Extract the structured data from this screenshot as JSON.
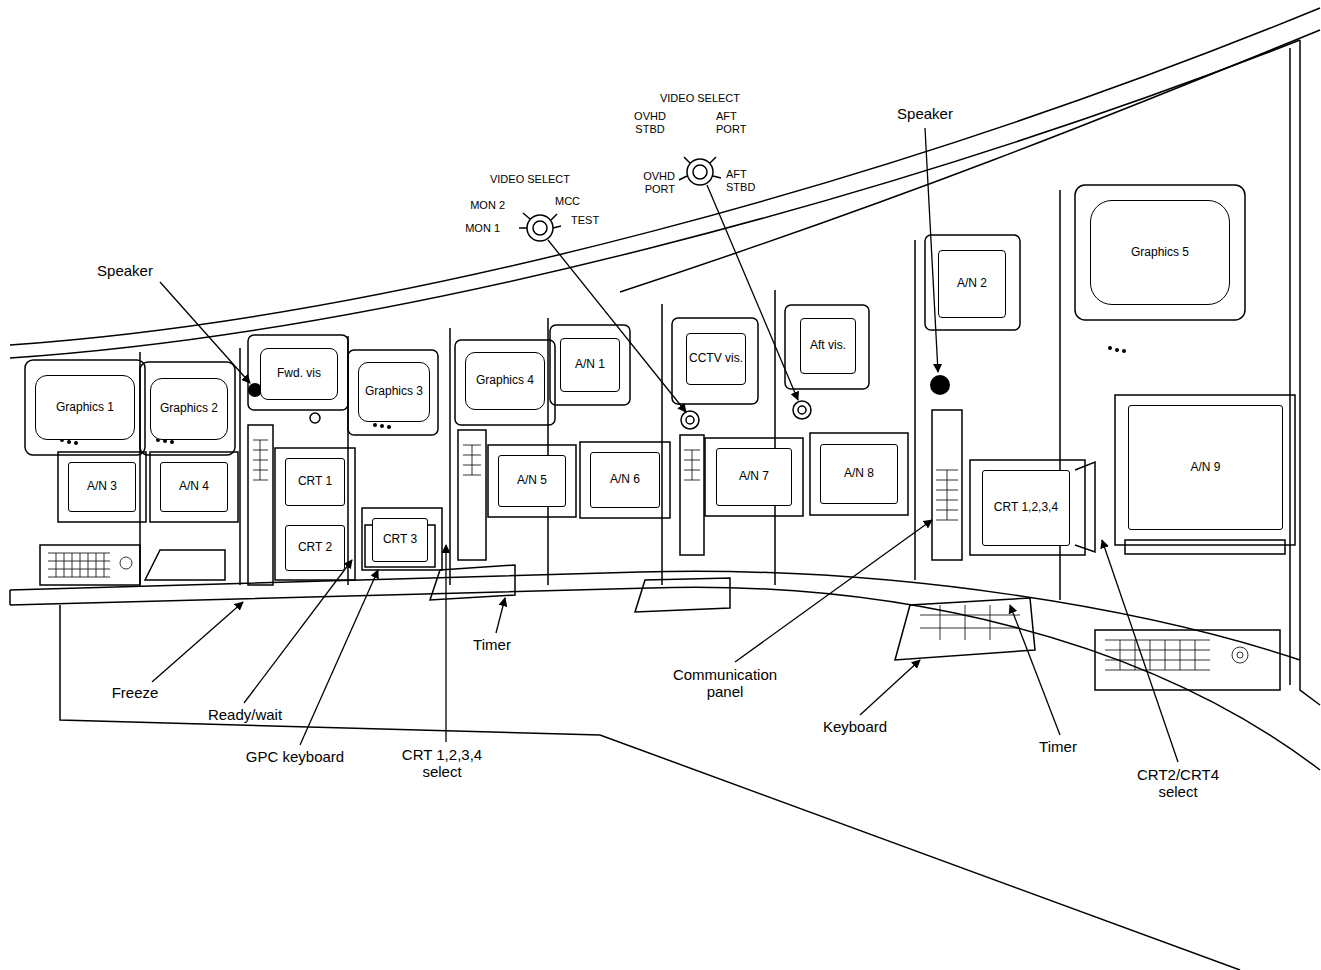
{
  "diagram": {
    "nodes": [
      {
        "text": [
          "Graphics 1"
        ]
      },
      {
        "text": [
          "Graphics 2"
        ]
      },
      {
        "text": [
          "Fwd. vis"
        ]
      },
      {
        "text": [
          "Graphics 3"
        ]
      },
      {
        "text": [
          "Graphics 4"
        ]
      },
      {
        "text": [
          "A/N 1"
        ]
      },
      {
        "text": [
          "CCTV vis."
        ]
      },
      {
        "text": [
          "Aft vis."
        ]
      },
      {
        "text": [
          "A/N 2"
        ]
      },
      {
        "text": [
          "Graphics 5"
        ]
      },
      {
        "text": [
          "A/N 3"
        ]
      },
      {
        "text": [
          "A/N 4"
        ]
      },
      {
        "text": [
          "CRT 1"
        ]
      },
      {
        "text": [
          "CRT 2"
        ]
      },
      {
        "text": [
          "CRT 3"
        ]
      },
      {
        "text": [
          "A/N 5"
        ]
      },
      {
        "text": [
          "A/N 6"
        ]
      },
      {
        "text": [
          "A/N 7"
        ]
      },
      {
        "text": [
          "A/N 8"
        ]
      },
      {
        "text": [
          "CRT 1,2,3,4"
        ]
      },
      {
        "text": [
          "A/N 9"
        ]
      }
    ],
    "labels": [
      "Speaker",
      "VIDEO SELECT",
      "MON 2",
      "MCC",
      "MON 1",
      "TEST",
      "VIDEO SELECT",
      "OVHD STBD",
      "AFT PORT",
      "OVHD PORT",
      "AFT STBD",
      "Speaker",
      "Freeze",
      "Ready/wait",
      "GPC keyboard",
      "CRT 1,2,3,4 select",
      "Timer",
      "Communication panel",
      "Keyboard",
      "Timer",
      "CRT2/CRT4 select"
    ]
  }
}
